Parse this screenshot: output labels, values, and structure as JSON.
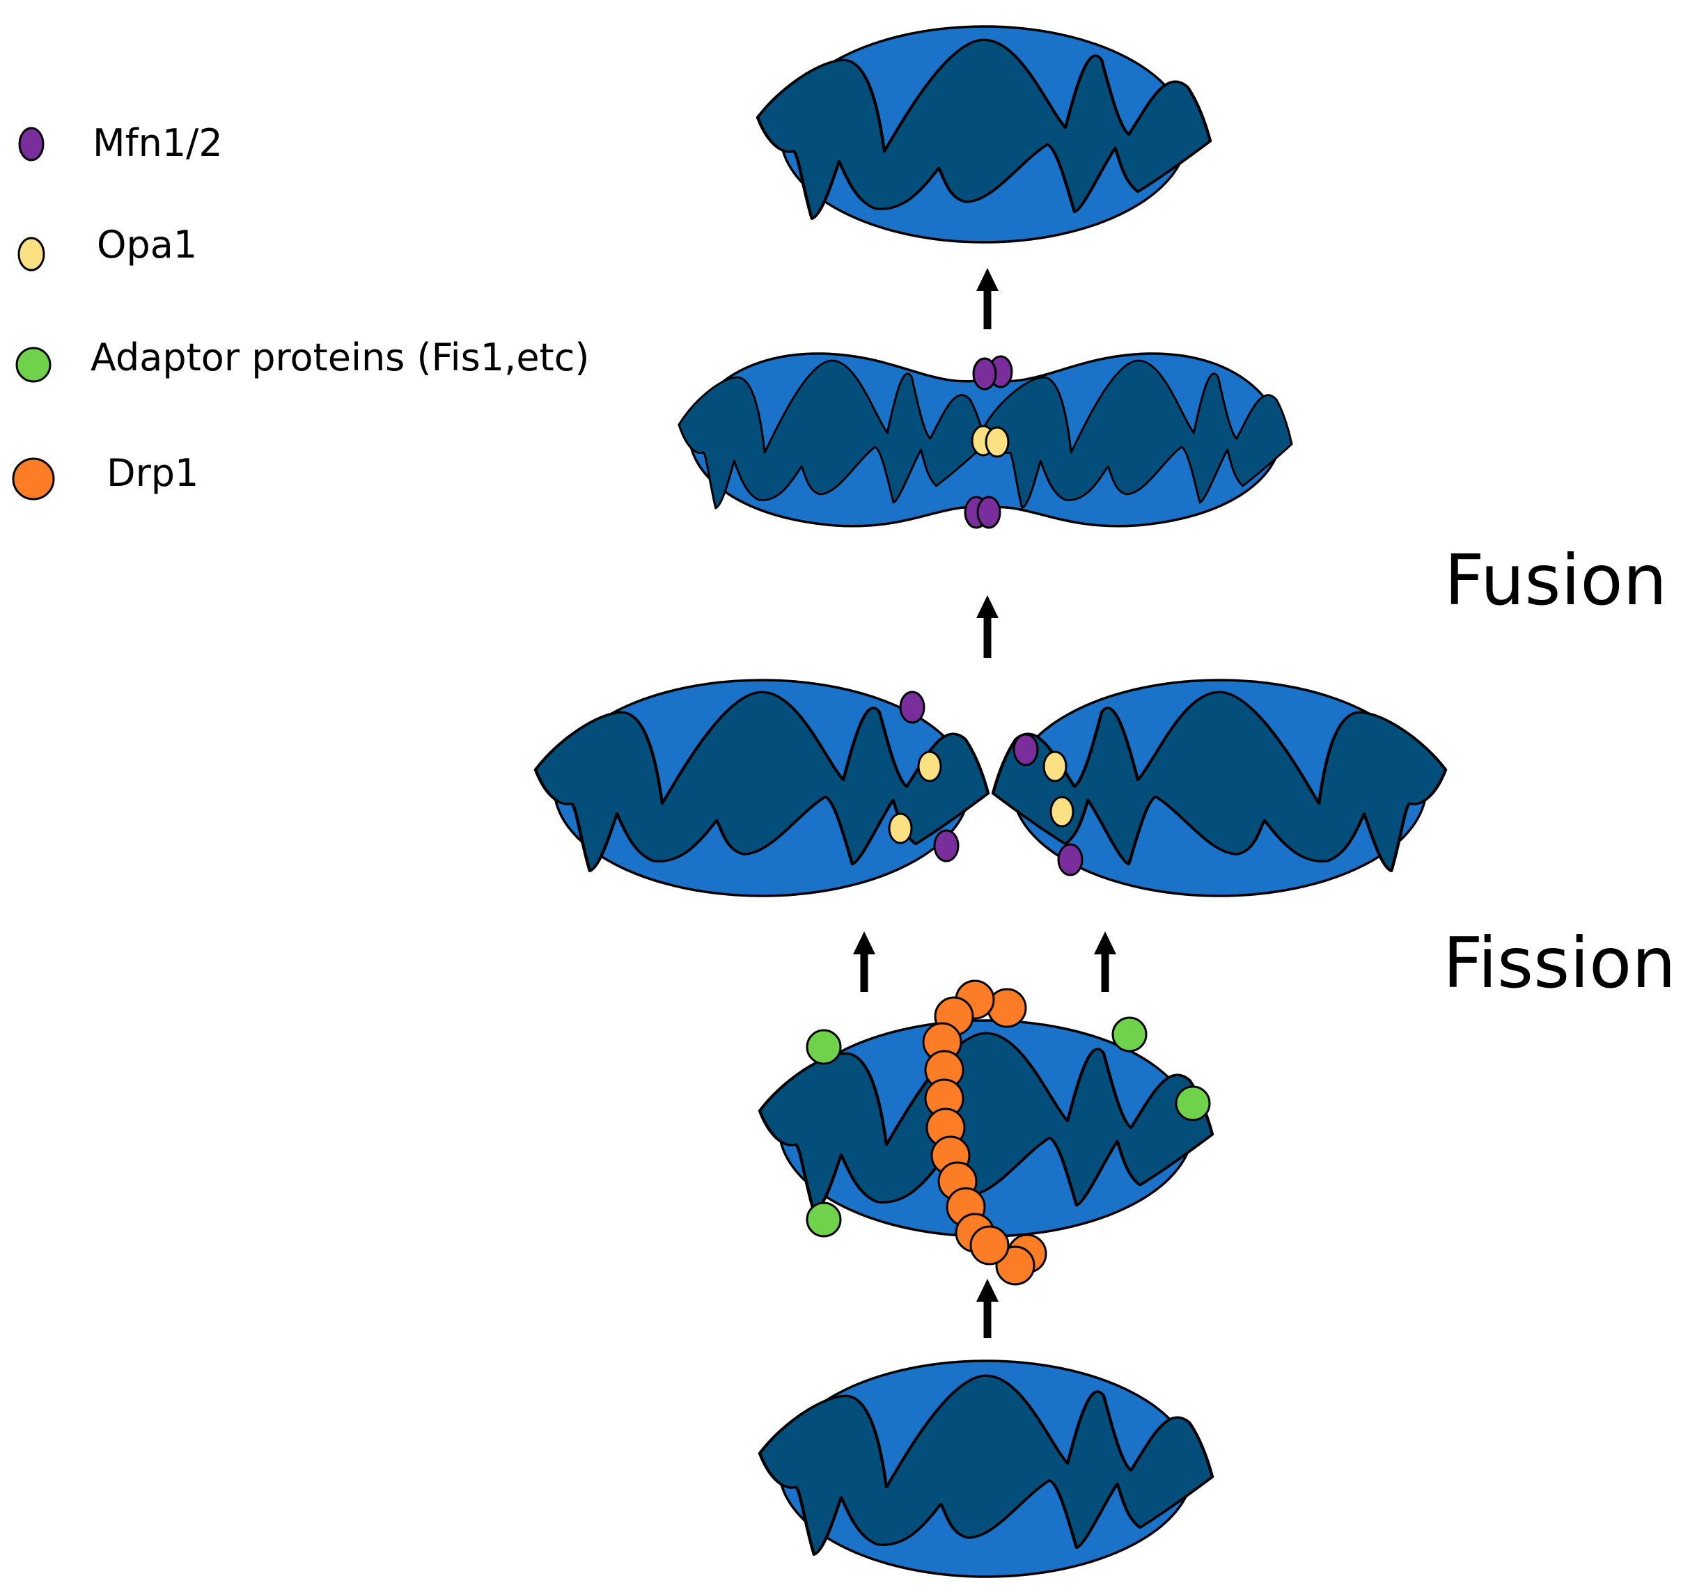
{
  "legend": {
    "items": [
      {
        "key": "mfn",
        "label": "Mfn1/2"
      },
      {
        "key": "opa",
        "label": "Opa1"
      },
      {
        "key": "adaptor",
        "label": "Adaptor proteins (Fis1,etc)"
      },
      {
        "key": "drp",
        "label": "Drp1"
      }
    ]
  },
  "phases": {
    "fusion": "Fusion",
    "fission": "Fission"
  },
  "colors": {
    "mitochondrion_outer": "#1a73c8",
    "cristae": "#044e7c",
    "mfn": "#7a2e9b",
    "opa": "#fce183",
    "adaptor": "#6fd24a",
    "drp": "#fd7d27"
  }
}
